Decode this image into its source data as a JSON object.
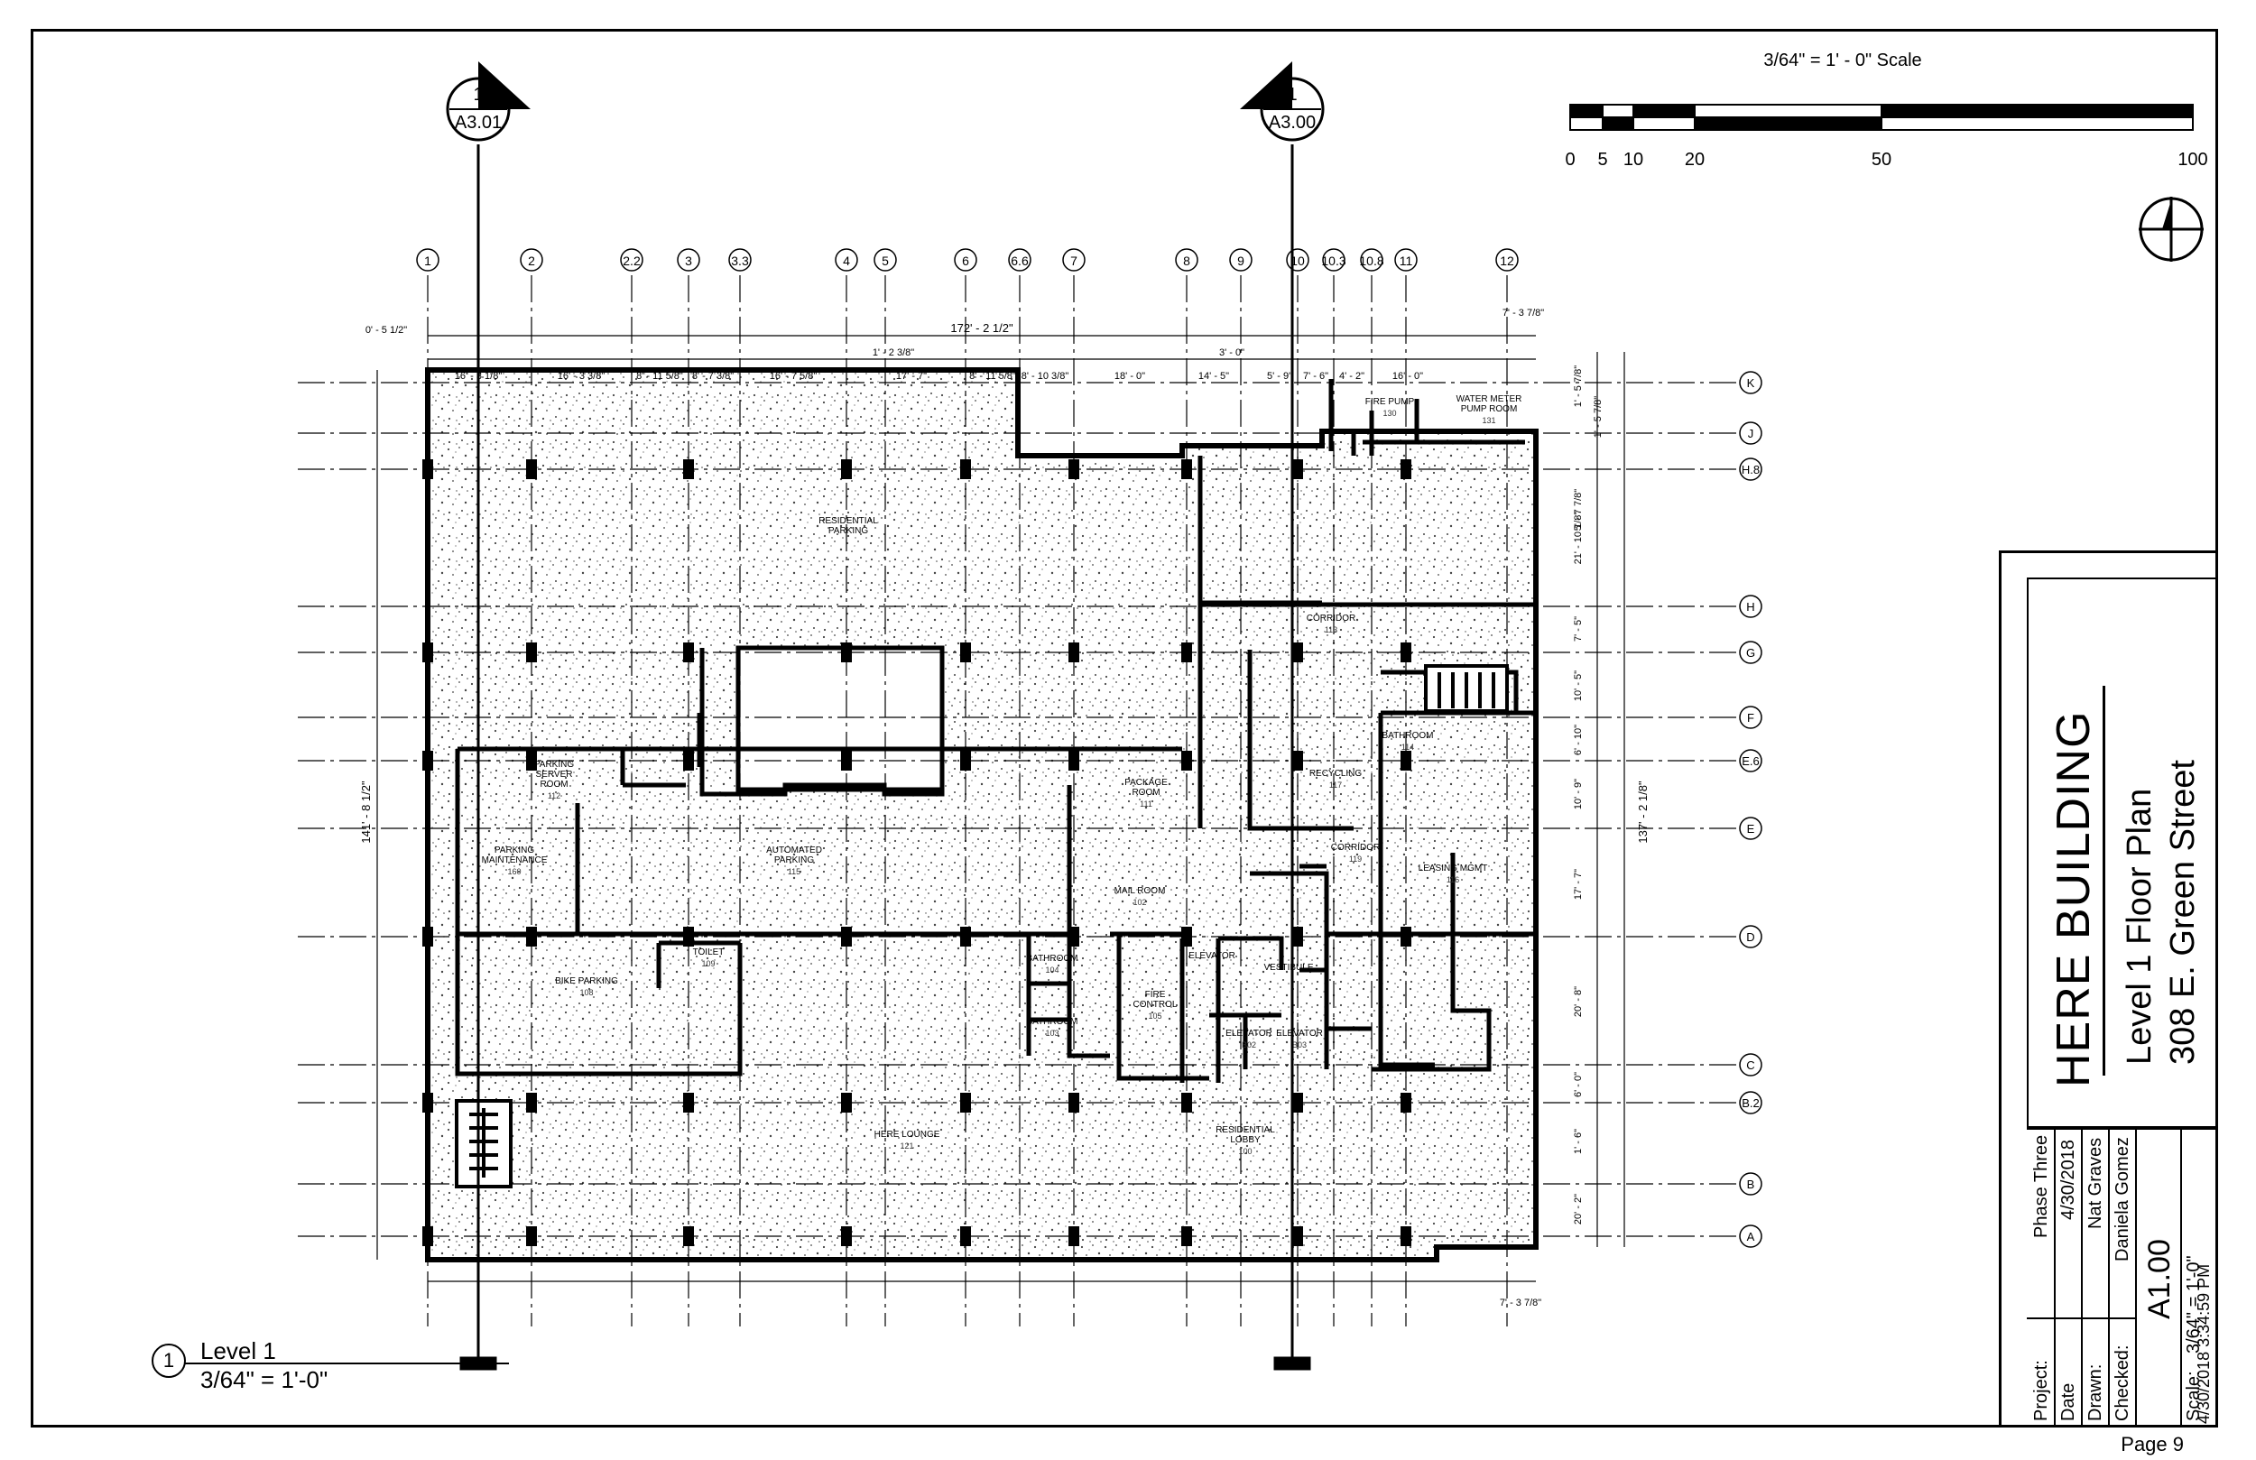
{
  "scale_bar": {
    "title": "3/64\" = 1' - 0\" Scale",
    "ticks": [
      "0",
      "5",
      "10",
      "20",
      "50",
      "100"
    ]
  },
  "section_markers": [
    {
      "number": "1",
      "sheet": "A3.01"
    },
    {
      "number": "1",
      "sheet": "A3.00"
    }
  ],
  "grid_columns": [
    "1",
    "2",
    "2.2",
    "3",
    "3.3",
    "4",
    "5",
    "6",
    "6.6",
    "7",
    "8",
    "9",
    "10",
    "10.3",
    "10.8",
    "11",
    "12"
  ],
  "grid_rows": [
    "K",
    "J",
    "H.8",
    "H",
    "G",
    "F",
    "E.6",
    "E",
    "D",
    "C",
    "B.2",
    "B",
    "A"
  ],
  "dimensions": {
    "overall_width": "172' - 2 1/2\"",
    "left_offset": "0' - 5 1/2\"",
    "top_small": "1' - 2 3/8\"",
    "top_right": "7' - 3 7/8\"",
    "bottom_right": "7' - 3 7/8\"",
    "col_9_offset": "3' - 0\"",
    "left_total": "141' - 8 1/2\"",
    "right_total": "137' - 2 1/8\"",
    "bays": [
      "16' - 3 1/8\"",
      "16' - 3 3/8\"",
      "8' - 11 5/8\"",
      "8' - 7 3/8\"",
      "16' - 7 5/8\"",
      "17' - 7\"",
      "8' - 11 5/8\"",
      "8' - 10 3/8\"",
      "18' - 0\"",
      "14' - 5\"",
      "5' - 9\"",
      "7' - 6\"",
      "4' - 2\"",
      "16' - 0\""
    ],
    "rows_right": [
      "1' - 5 7/8\"",
      "1' - 5 7/8\"",
      "5' - 7 7/8\"",
      "21' - 10 1/8\"",
      "7' - 5\"",
      "10' - 5\"",
      "6' - 10\"",
      "10' - 9\"",
      "17' - 7\"",
      "20' - 8\"",
      "6' - 0\"",
      "1' - 6\"",
      "20' - 2\""
    ]
  },
  "rooms": [
    {
      "name": "RESIDENTIAL\nPARKING",
      "num": ""
    },
    {
      "name": "PARKING\nSERVER\nROOM",
      "num": "112"
    },
    {
      "name": "PARKING\nMAINTENANCE",
      "num": "160"
    },
    {
      "name": "AUTOMATED\nPARKING",
      "num": "115"
    },
    {
      "name": "PACKAGE\nROOM",
      "num": "111"
    },
    {
      "name": "MAIL ROOM",
      "num": "102"
    },
    {
      "name": "CORRIDOR",
      "num": "113"
    },
    {
      "name": "RECYCLING",
      "num": "117"
    },
    {
      "name": "BATHROOM",
      "num": "114"
    },
    {
      "name": "CORRIDOR",
      "num": "119"
    },
    {
      "name": "LEASING MGMT",
      "num": "116"
    },
    {
      "name": "BIKE PARKING",
      "num": "108"
    },
    {
      "name": "TOILET",
      "num": "109"
    },
    {
      "name": "BATHROOM",
      "num": "104"
    },
    {
      "name": "BATHROOM",
      "num": "103"
    },
    {
      "name": "FIRE\nCONTROL",
      "num": "105"
    },
    {
      "name": "ELEVATOR",
      "num": ""
    },
    {
      "name": "VESTIBULE",
      "num": ""
    },
    {
      "name": "ELEVATOR",
      "num": "B02"
    },
    {
      "name": "ELEVATOR",
      "num": "B03"
    },
    {
      "name": "HERE LOUNGE",
      "num": "121"
    },
    {
      "name": "RESIDENTIAL\nLOBBY",
      "num": "100"
    },
    {
      "name": "FIRE PUMP",
      "num": "130"
    },
    {
      "name": "WATER METER\nPUMP ROOM",
      "num": "131"
    }
  ],
  "view": {
    "number": "1",
    "title": "Level 1",
    "scale": "3/64\" = 1'-0\""
  },
  "title_block": {
    "project_name": "HERE BUILDING",
    "sheet_title": "Level 1 Floor Plan",
    "address": "308 E. Green Street",
    "project_label": "Project:",
    "project_value": "Phase Three",
    "date_label": "Date",
    "date_value": "4/30/2018",
    "drawn_label": "Drawn:",
    "drawn_value": "Nat Graves",
    "checked_label": "Checked:",
    "checked_value": "Daniela Gomez",
    "sheet_number": "A1.00",
    "scale_label": "Scale:",
    "scale_value": "3/64\" = 1'-0\"",
    "timestamp": "4/30/2018 3:34:59 PM",
    "page": "Page 9"
  }
}
